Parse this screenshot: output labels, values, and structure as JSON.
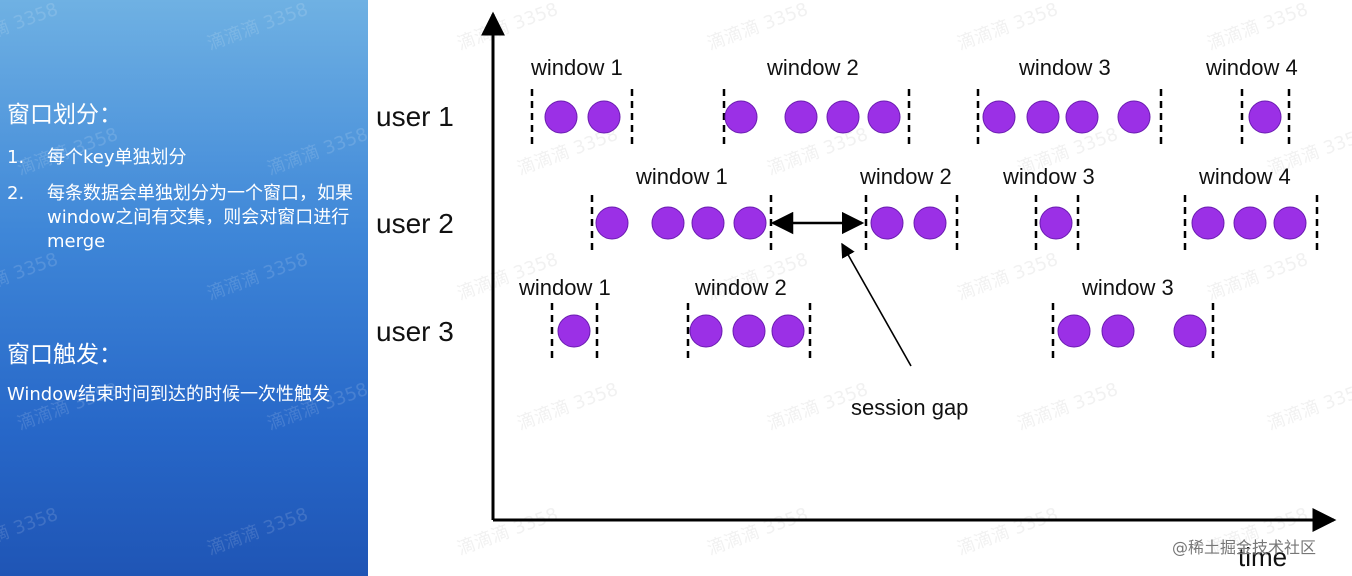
{
  "sidebar": {
    "section1_title": "窗口划分：",
    "items": [
      {
        "num": "1.",
        "text": "每个key单独划分"
      },
      {
        "num": "2.",
        "text": "每条数据会单独划分为一个窗口，如果window之间有交集，则会对窗口进行merge"
      }
    ],
    "section2_title": "窗口触发：",
    "section2_text": "Window结束时间到达的时候一次性触发"
  },
  "diagram": {
    "axis_label": "time",
    "annotation": "session gap",
    "rows": [
      {
        "label": "user 1",
        "windows": [
          "window 1",
          "window 2",
          "window 3",
          "window 4"
        ]
      },
      {
        "label": "user 2",
        "windows": [
          "window 1",
          "window 2",
          "window 3",
          "window 4"
        ]
      },
      {
        "label": "user 3",
        "windows": [
          "window 1",
          "window 2",
          "window 3"
        ]
      }
    ],
    "dot_color": "#9b30e6",
    "dot_border": "#6a1cb0"
  },
  "watermark": "滴滴滴 3358",
  "credit": "@稀土掘金技术社区"
}
